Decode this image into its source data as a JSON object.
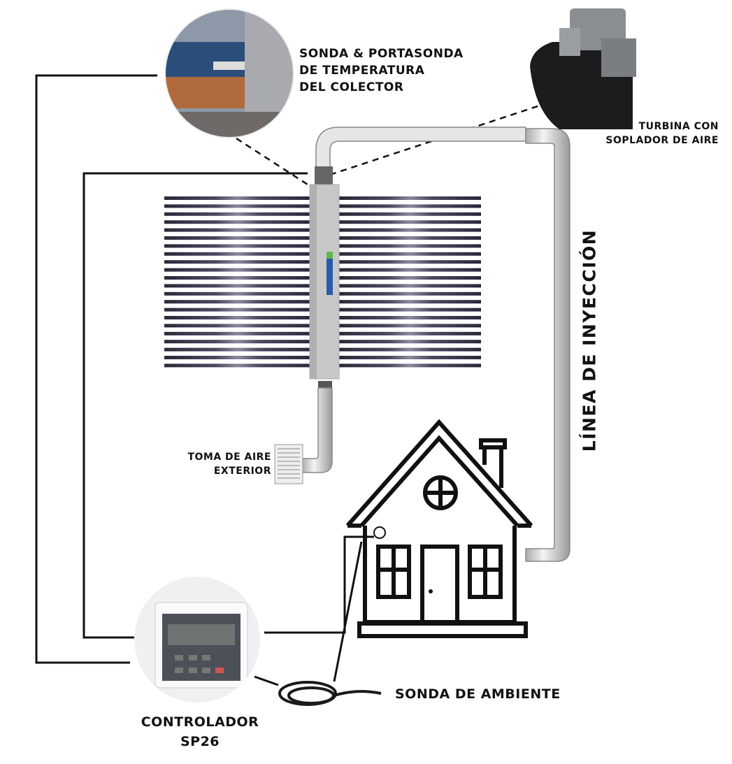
{
  "labels": {
    "collector_probe": [
      "SONDA & PORTASONDA",
      "DE TEMPERATURA",
      "DEL COLECTOR"
    ],
    "turbine": [
      "TURBINA CON",
      "SOPLADOR DE AIRE"
    ],
    "air_intake": [
      "TOMA DE AIRE",
      "EXTERIOR"
    ],
    "injection_line": "LÍNEA DE INYECCIÓN",
    "room_probe": "SONDA DE AMBIENTE",
    "controller": [
      "CONTROLADOR",
      "SP26"
    ]
  },
  "colors": {
    "line": "#111111",
    "pipe": "#d9d9d9",
    "collector_box": "#c8c8c8",
    "tube": "#2a2838",
    "logo_green": "#5cb848",
    "logo_blue": "#2b5aa8"
  }
}
